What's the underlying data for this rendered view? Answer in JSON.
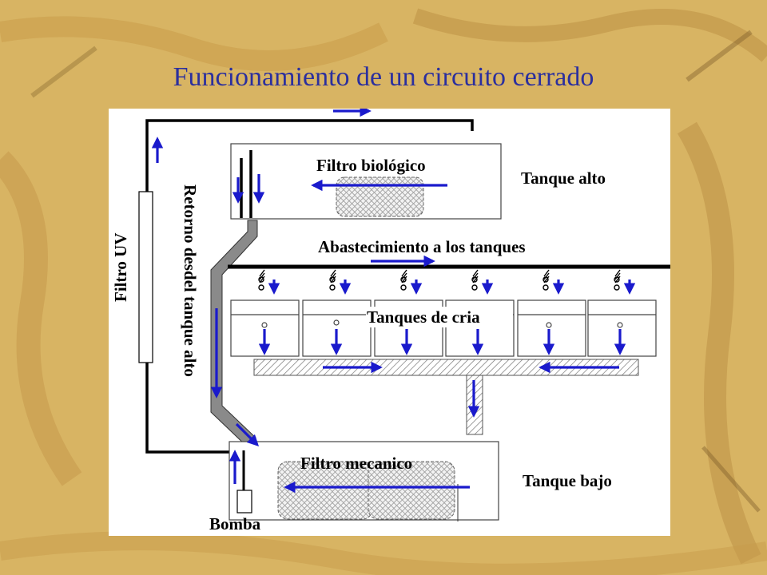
{
  "title": "Funcionamiento de un circuito cerrado",
  "labels": {
    "filtro_biologico": "Filtro biológico",
    "tanque_alto": "Tanque alto",
    "abastecimiento": "Abastecimiento a los tanques",
    "tanques_cria": "Tanques de cria",
    "filtro_uv": "Filtro UV",
    "retorno": "Retorno desdel tanque alto",
    "filtro_mecanico": "Filtro mecanico",
    "tanque_bajo": "Tanque bajo",
    "bomba": "Bomba"
  },
  "colors": {
    "arrow": "#1a1acc",
    "title": "#2b2f9e",
    "pipe": "#000000",
    "return_pipe": "#8a8a8a",
    "background": "#d9b565"
  }
}
